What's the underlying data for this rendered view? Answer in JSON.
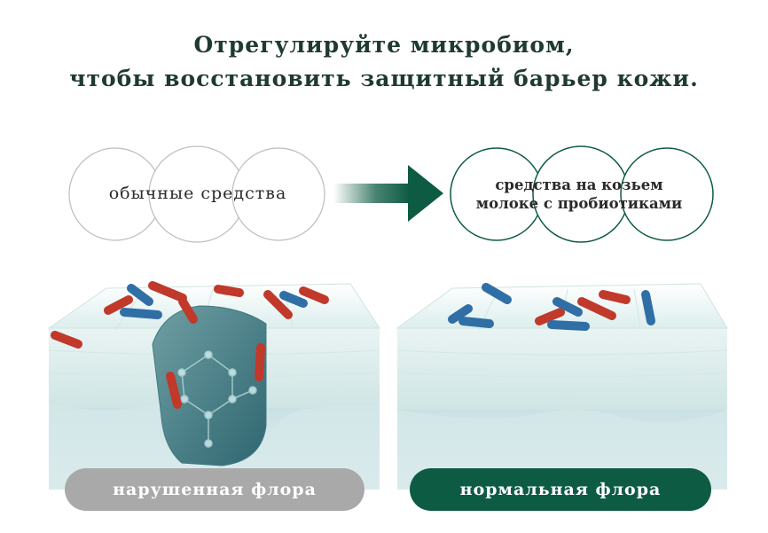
{
  "title": {
    "line1": "Отрегулируйте микробиом,",
    "line2": "чтобы восстановить защитный барьер кожи."
  },
  "comparison": {
    "left_label": "обычные средства",
    "right_label_line1": "средства на козьем",
    "right_label_line2": "молоке с пробиотиками",
    "arrow_color": "#0e5b44"
  },
  "skin": {
    "left_caption": "нарушенная флора",
    "right_caption": "нормальная флора",
    "left_caption_color": "#a9a9a9",
    "right_caption_color": "#0e5b44",
    "bacteria_colors": {
      "red": "#c0392b",
      "blue": "#2f6fa5"
    }
  }
}
